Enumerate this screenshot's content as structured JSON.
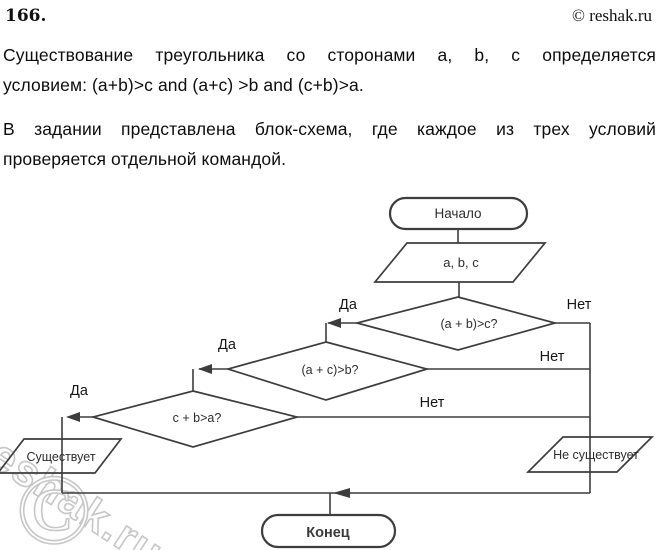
{
  "header": {
    "page_number": "166.",
    "copyright": "© reshak.ru"
  },
  "problem": {
    "statement": [
      "Существование треугольника со сторонами a, b, c определяется",
      "условием: (a+b)>c and (a+c) >b and (c+b)>a."
    ],
    "task": [
      "В задании представлена блок-схема, где каждое из трех условий",
      "проверяется отдельной командой."
    ]
  },
  "flowchart": {
    "nodes": {
      "start": "Начало",
      "input": "a, b, c",
      "decision1": "(a + b)>c?",
      "decision2": "(a + c)>b?",
      "decision3": "c + b>a?",
      "output_yes": "Существует",
      "output_no": "Не существует",
      "end": "Конец"
    },
    "labels": {
      "yes": "Да",
      "no": "Нет"
    }
  },
  "watermark": {
    "text": "reshak.ru",
    "symbol": "©"
  },
  "colors": {
    "ink": "#3d3d3d",
    "text": "#141414",
    "watermark": "#c7c7c7",
    "background": "#ffffff"
  }
}
